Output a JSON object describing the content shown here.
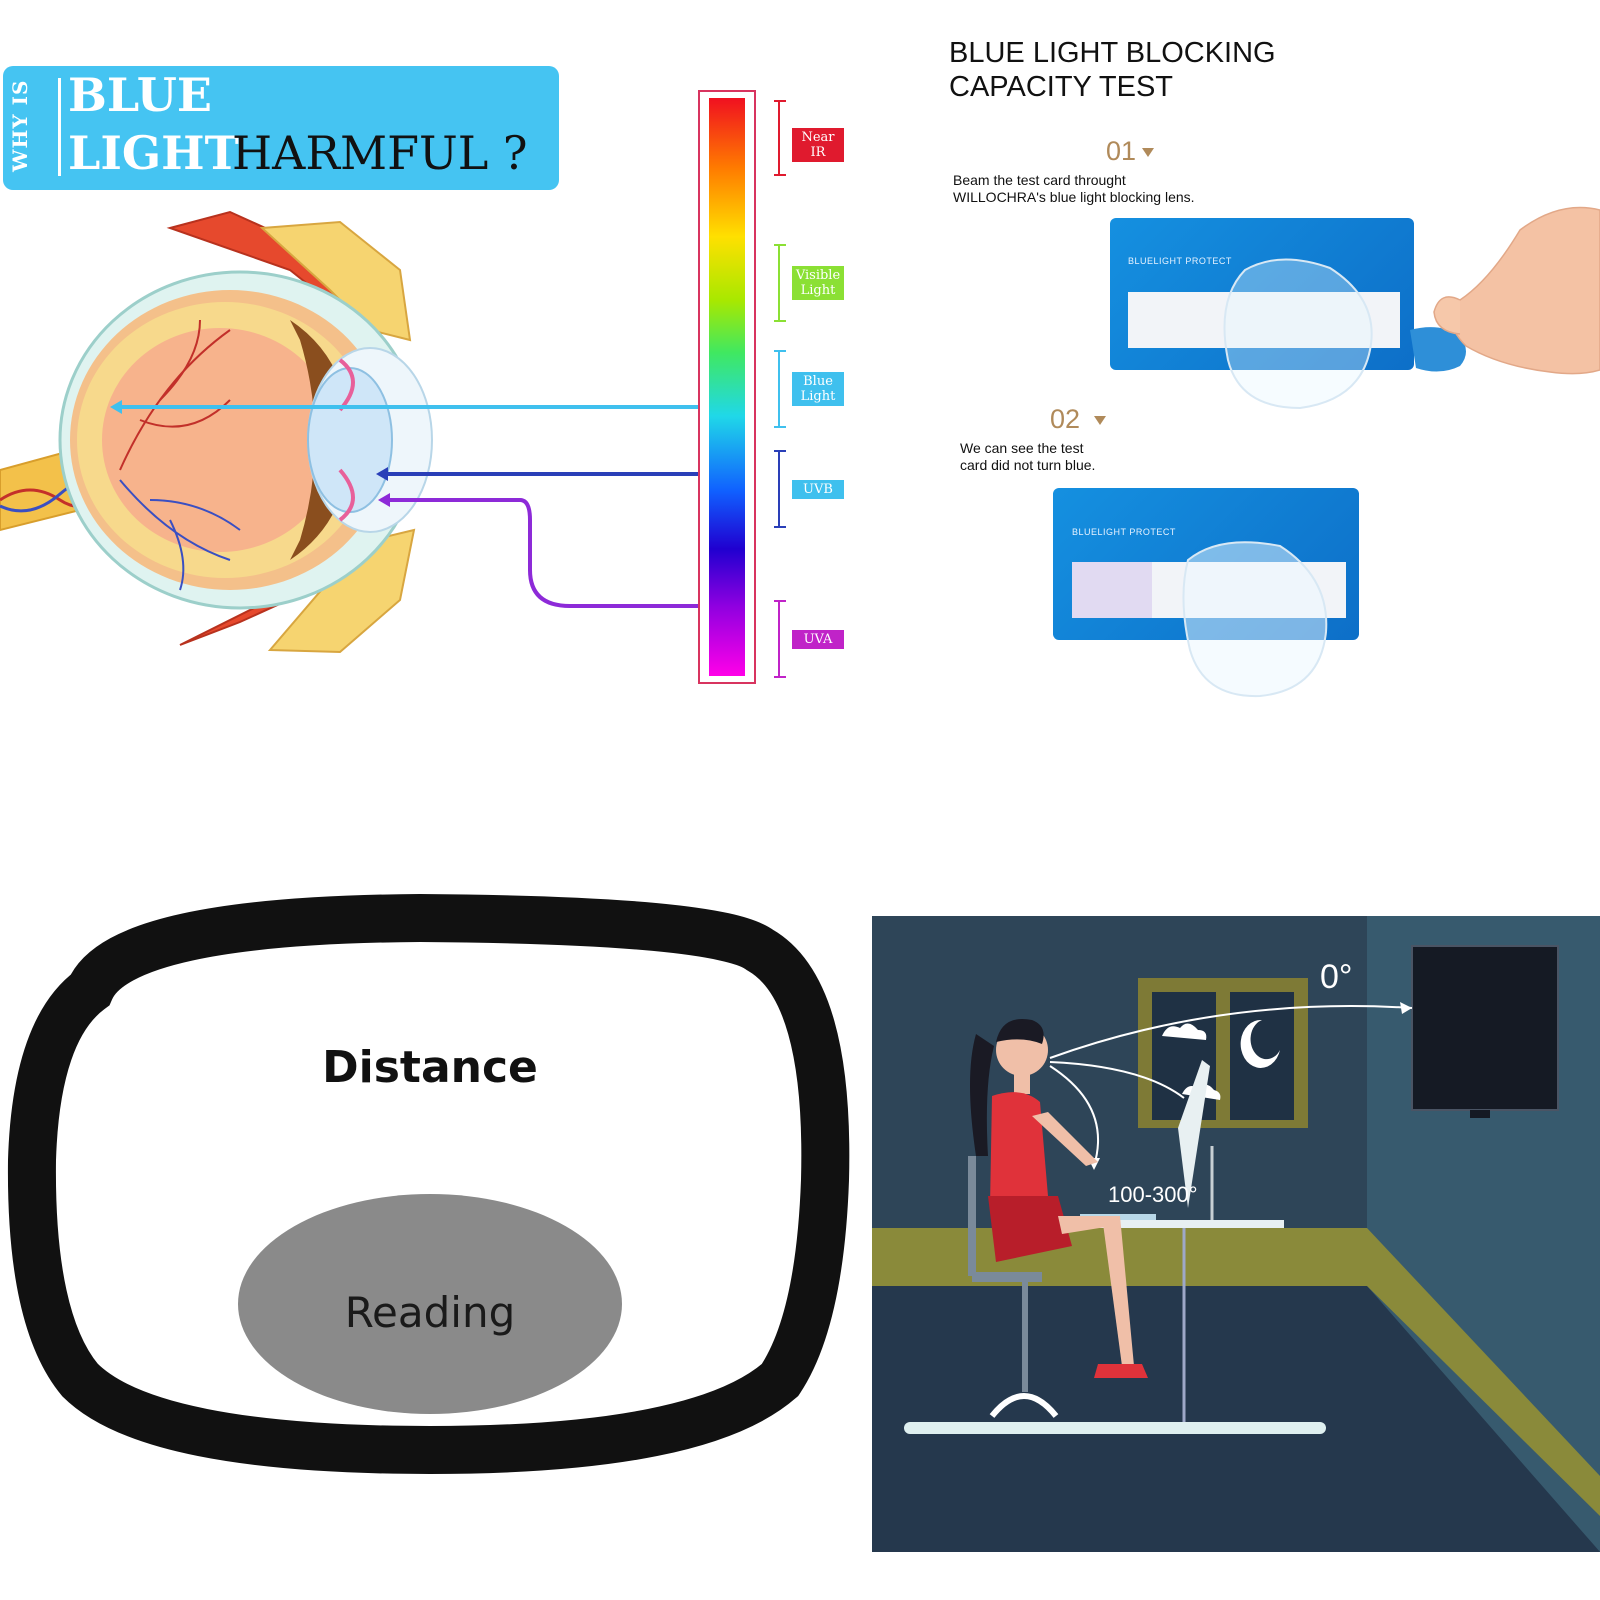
{
  "eye_panel": {
    "banner_vertical": "WHY IS",
    "banner_word1": "BLUE",
    "banner_word2": "LIGHT",
    "banner_word3": "HARMFUL ?",
    "spectrum_labels": {
      "near_ir": "Near IR",
      "visible_1": "Visible",
      "visible_2": "Light",
      "blue_1": "Blue",
      "blue_2": "Light",
      "uvb": "UVB",
      "uva": "UVA"
    },
    "colors": {
      "banner": "#45c4f2",
      "near_ir": "#e01a2e",
      "visible": "#8be034",
      "blue": "#3fc0ee",
      "uvb": "#2a3fb8",
      "uva": "#c023c8"
    }
  },
  "test_panel": {
    "title_line1": "BLUE LIGHT BLOCKING",
    "title_line2": "CAPACITY TEST",
    "step1_num": "01",
    "step1_line1": "Beam the test card throught",
    "step1_line2": "WILLOCHRA's  blue light blocking lens.",
    "step2_num": "02",
    "step2_line1": "We can see the test",
    "step2_line2": "card did not turn blue.",
    "card_title": "BLUELIGHT PROTECT"
  },
  "frame_panel": {
    "distance": "Distance",
    "reading": "Reading"
  },
  "desk_panel": {
    "angle_top": "0°",
    "angle_bottom": "100-300°"
  }
}
